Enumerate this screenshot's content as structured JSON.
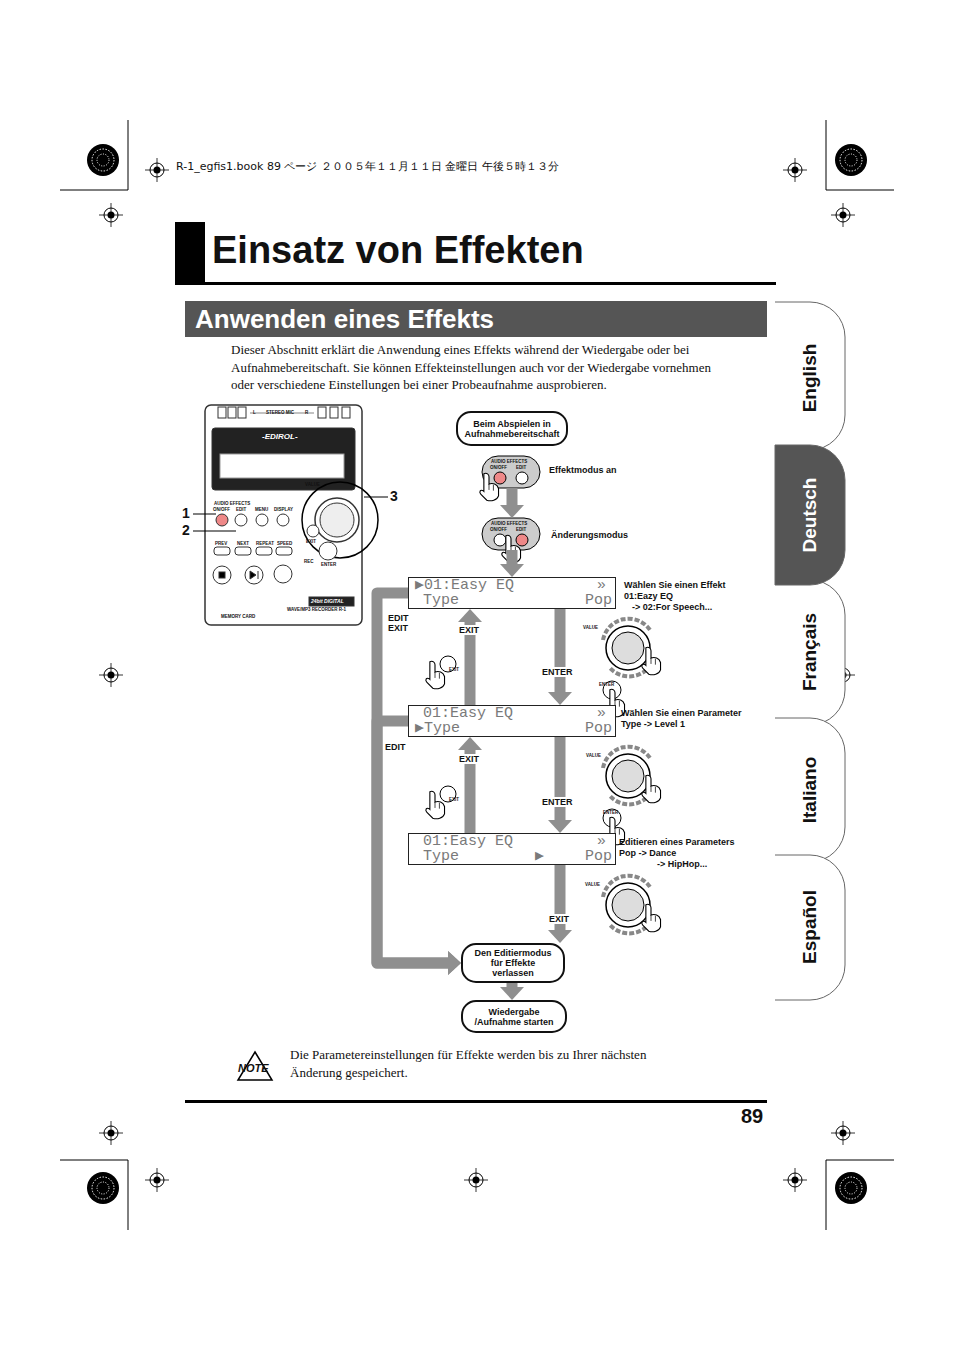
{
  "diagram": {
    "title": "Einsatz von Effekten",
    "nodes": [
      {
        "text": [
          "Anwenden eines Effekts"
        ]
      },
      {
        "text": [
          "Beim Abspielen in Aufnahmebereitschaft"
        ]
      },
      {
        "text": [
          "AUDIO EFFECTS",
          "ON/OFF",
          "EDIT"
        ]
      },
      {
        "text": [
          "AUDIO EFFECTS",
          "ON/OFF",
          "EDIT"
        ]
      },
      {
        "text": [
          "▶01:Easy EQ",
          "»",
          "Type",
          "Pop"
        ]
      },
      {
        "text": [
          "01:Easy EQ",
          "»",
          "▶Type",
          "Pop"
        ]
      },
      {
        "text": [
          "01:Easy EQ",
          "»",
          "Type",
          "▶",
          "Pop"
        ]
      },
      {
        "text": [
          "Den Editiermodus für Effekte verlassen"
        ]
      },
      {
        "text": [
          "Wiedergabe /Aufnahme starten"
        ]
      }
    ],
    "edges": [
      {
        "from": 1,
        "to": 2,
        "arrow": "to"
      },
      {
        "from": 2,
        "to": 3,
        "arrow": "to"
      },
      {
        "from": 3,
        "to": 4,
        "arrow": "to"
      },
      {
        "from": 4,
        "to": 5,
        "label": "ENTER",
        "arrow": "to"
      },
      {
        "from": 5,
        "to": 4,
        "label": "EXIT",
        "arrow": "to"
      },
      {
        "from": 5,
        "to": 6,
        "label": "ENTER",
        "arrow": "to"
      },
      {
        "from": 6,
        "to": 5,
        "label": "EXIT",
        "arrow": "to"
      },
      {
        "from": 6,
        "to": 7,
        "label": "EXIT",
        "arrow": "to"
      },
      {
        "from": 4,
        "to": 7,
        "label": "EDIT EXIT",
        "arrow": "to"
      },
      {
        "from": 5,
        "to": 7,
        "label": "EDIT",
        "arrow": "to"
      },
      {
        "from": 7,
        "to": 8,
        "arrow": "to"
      }
    ],
    "labels": [
      "R-1_egfis1.book 89 ページ ２００５年１１月１１日 金曜日 午後５時１３分",
      "Dieser Abschnitt erklärt die Anwendung eines Effekts während der Wiedergabe oder bei Aufnahmebereitschaft. Sie können Effekteinstellungen auch vor der Wiedergabe vornehmen oder verschiedene Einstellungen bei einer Probeaufnahme ausprobieren.",
      "English",
      "Deutsch",
      "Français",
      "Italiano",
      "Español",
      "L",
      "STEREO MIC",
      "R",
      "-EDIROL-",
      "AUDIO EFFECTS",
      "ON/OFF",
      "EDIT",
      "MENU",
      "DISPLAY",
      "VALUE",
      "EXIT",
      "ENTER",
      "PREV",
      "NEXT",
      "REPEAT",
      "SPEED",
      "REC",
      "24bit DIGITAL",
      "WAVE/MP3 RECORDER R-1",
      "MEMORY CARD",
      "1",
      "2",
      "3",
      "Effektmodus an",
      "Änderungsmodus",
      "Wählen Sie einen Effekt",
      "01:Eazy EQ",
      "-> 02:For Speech...",
      "Wählen Sie einen Parameter",
      "Type -> Level 1",
      "Editieren eines Parameters",
      "Pop -> Dance",
      "-> HipHop...",
      "VALUE",
      "ENTER",
      "EXIT",
      "VALUE",
      "ENTER",
      "EXIT",
      "VALUE",
      "NOTE",
      "Die Parametereinstellungen für Effekte werden bis zu Ihrer nächsten Änderung gespeichert.",
      "89"
    ]
  }
}
